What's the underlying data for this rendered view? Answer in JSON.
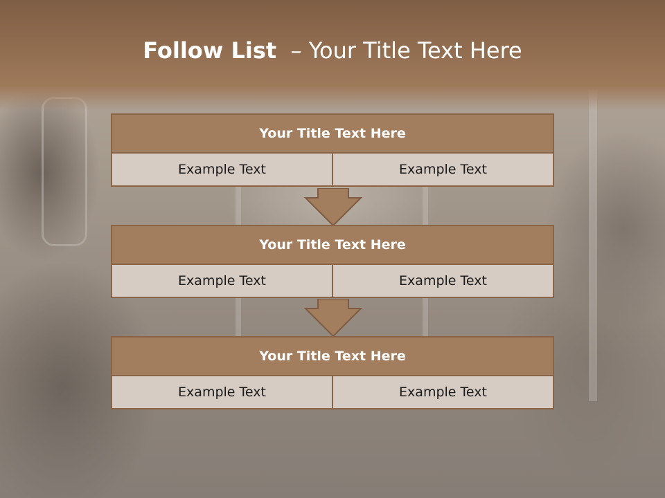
{
  "slide": {
    "title_bold": "Follow List",
    "title_rest": "  – Your Title Text Here"
  },
  "blocks": [
    {
      "title": "Your Title Text Here",
      "left": "Example Text",
      "right": "Example Text"
    },
    {
      "title": "Your Title Text Here",
      "left": "Example Text",
      "right": "Example Text"
    },
    {
      "title": "Your Title Text Here",
      "left": "Example Text",
      "right": "Example Text"
    }
  ],
  "colors": {
    "title_band": "#926d50",
    "block_header": "#a27d5e",
    "block_cell": "#d7ccc4",
    "border": "#8a6447",
    "arrow": "#a27d5e"
  },
  "icons": [
    "down-arrow-icon"
  ]
}
